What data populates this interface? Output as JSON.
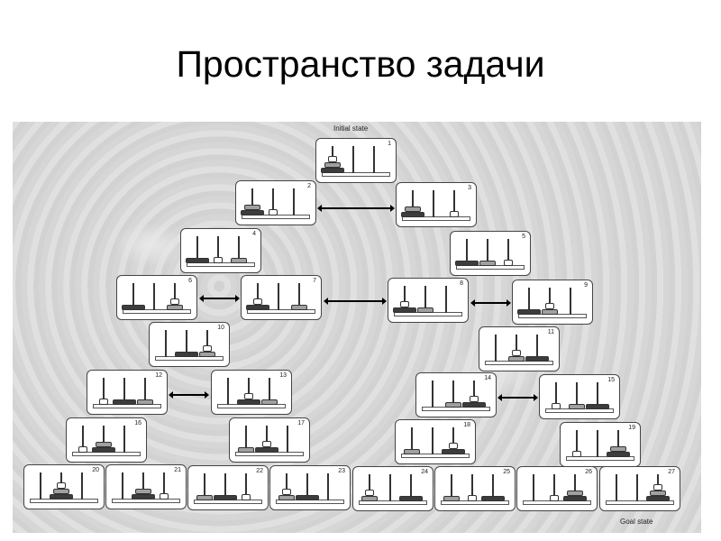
{
  "title": "Пространство задачи",
  "diagram": {
    "initial_label": "Initial state",
    "goal_label": "Goal state",
    "disk_colors": {
      "L": "#3c3c3c",
      "M": "#a0a0a0",
      "S": "#ffffff"
    },
    "states": [
      {
        "id": "1",
        "pegs": [
          [
            "L",
            "M",
            "S"
          ],
          [],
          []
        ]
      },
      {
        "id": "2",
        "pegs": [
          [
            "L",
            "M"
          ],
          [
            "S"
          ],
          []
        ]
      },
      {
        "id": "3",
        "pegs": [
          [
            "L",
            "M"
          ],
          [],
          [
            "S"
          ]
        ]
      },
      {
        "id": "4",
        "pegs": [
          [
            "L"
          ],
          [
            "S"
          ],
          [
            "M"
          ]
        ]
      },
      {
        "id": "5",
        "pegs": [
          [
            "L"
          ],
          [
            "M"
          ],
          [
            "S"
          ]
        ]
      },
      {
        "id": "6",
        "pegs": [
          [
            "L"
          ],
          [],
          [
            "M",
            "S"
          ]
        ]
      },
      {
        "id": "7",
        "pegs": [
          [
            "L",
            "S"
          ],
          [],
          [
            "M"
          ]
        ]
      },
      {
        "id": "8",
        "pegs": [
          [
            "L",
            "S"
          ],
          [
            "M"
          ],
          []
        ]
      },
      {
        "id": "9",
        "pegs": [
          [
            "L"
          ],
          [
            "M",
            "S"
          ],
          []
        ]
      },
      {
        "id": "10",
        "pegs": [
          [],
          [
            "L"
          ],
          [
            "M",
            "S"
          ]
        ]
      },
      {
        "id": "11",
        "pegs": [
          [],
          [
            "M",
            "S"
          ],
          [
            "L"
          ]
        ]
      },
      {
        "id": "12",
        "pegs": [
          [
            "S"
          ],
          [
            "L"
          ],
          [
            "M"
          ]
        ]
      },
      {
        "id": "13",
        "pegs": [
          [],
          [
            "L",
            "S"
          ],
          [
            "M"
          ]
        ]
      },
      {
        "id": "14",
        "pegs": [
          [],
          [
            "M"
          ],
          [
            "L",
            "S"
          ]
        ]
      },
      {
        "id": "15",
        "pegs": [
          [
            "S"
          ],
          [
            "M"
          ],
          [
            "L"
          ]
        ]
      },
      {
        "id": "16",
        "pegs": [
          [
            "S"
          ],
          [
            "L",
            "M"
          ],
          []
        ]
      },
      {
        "id": "17",
        "pegs": [
          [
            "M"
          ],
          [
            "L",
            "S"
          ],
          []
        ]
      },
      {
        "id": "18",
        "pegs": [
          [
            "M"
          ],
          [],
          [
            "L",
            "S"
          ]
        ]
      },
      {
        "id": "19",
        "pegs": [
          [
            "S"
          ],
          [],
          [
            "L",
            "M"
          ]
        ]
      },
      {
        "id": "20",
        "pegs": [
          [],
          [
            "L",
            "M",
            "S"
          ],
          []
        ]
      },
      {
        "id": "21",
        "pegs": [
          [],
          [
            "L",
            "M"
          ],
          [
            "S"
          ]
        ]
      },
      {
        "id": "22",
        "pegs": [
          [
            "M"
          ],
          [
            "L"
          ],
          [
            "S"
          ]
        ]
      },
      {
        "id": "23",
        "pegs": [
          [
            "M",
            "S"
          ],
          [
            "L"
          ],
          []
        ]
      },
      {
        "id": "24",
        "pegs": [
          [
            "M",
            "S"
          ],
          [],
          [
            "L"
          ]
        ]
      },
      {
        "id": "25",
        "pegs": [
          [
            "M"
          ],
          [
            "S"
          ],
          [
            "L"
          ]
        ]
      },
      {
        "id": "26",
        "pegs": [
          [],
          [
            "S"
          ],
          [
            "L",
            "M"
          ]
        ]
      },
      {
        "id": "27",
        "pegs": [
          [],
          [],
          [
            "L",
            "M",
            "S"
          ]
        ]
      }
    ],
    "bidirectional_links": [
      [
        "2",
        "3"
      ],
      [
        "6",
        "7"
      ],
      [
        "7",
        "8"
      ],
      [
        "8",
        "9"
      ],
      [
        "12",
        "13"
      ],
      [
        "14",
        "15"
      ]
    ]
  }
}
